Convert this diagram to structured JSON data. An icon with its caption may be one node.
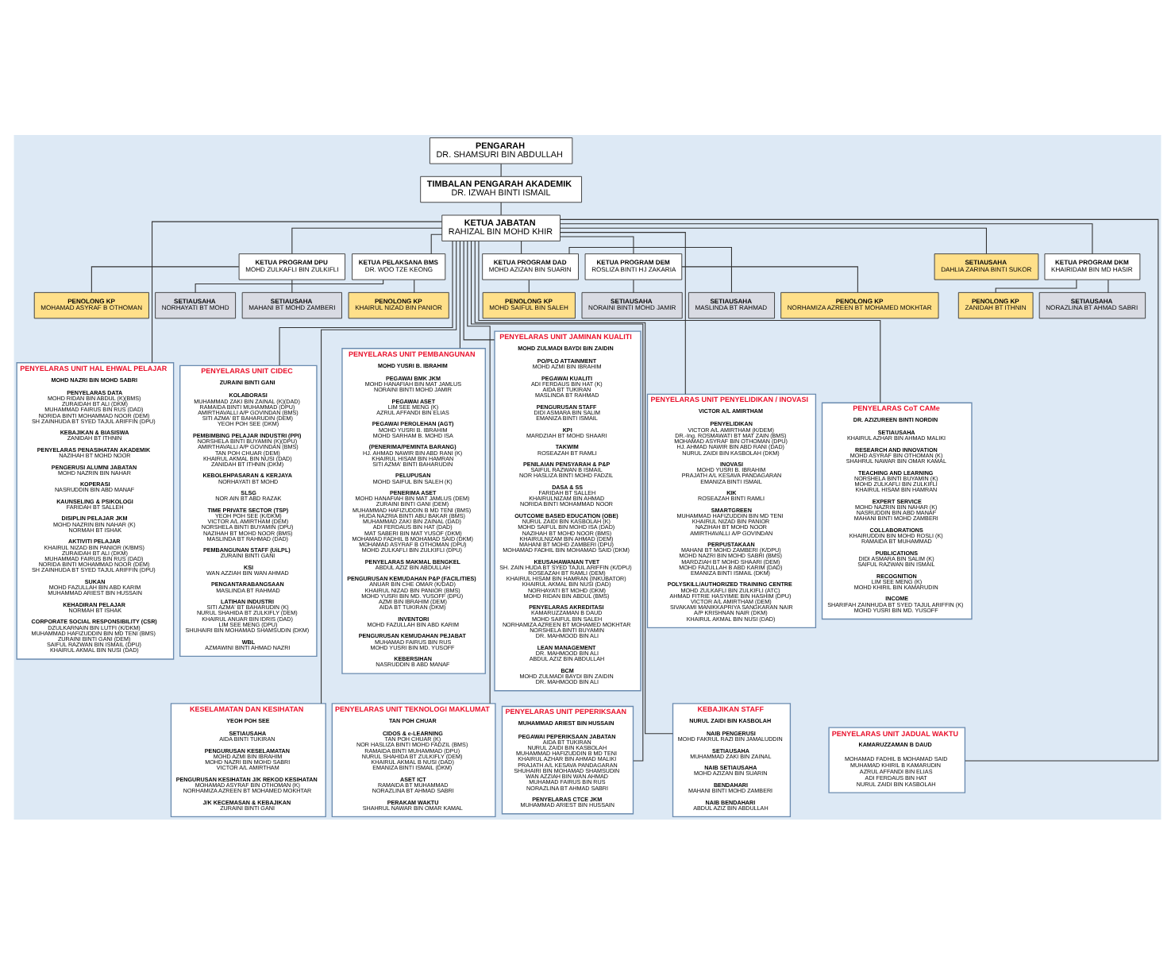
{
  "diagram": {
    "nodes": [
      {
        "text": [
          "PENGARAH",
          "DR. SHAMSURI BIN ABDULLAH"
        ]
      },
      {
        "text": [
          "TIMBALAN PENGARAH AKADEMIK",
          "DR. IZWAH BINTI ISMAIL"
        ]
      },
      {
        "text": [
          "KETUA JABATAN",
          "RAHIZAL BIN MOHD KHIR"
        ]
      },
      {
        "text": [
          "SETIAUSAHA",
          "DAHLIA ZARINA BINTI SUKOR"
        ]
      },
      {
        "text": [
          "KETUA PELAKSANA BMS",
          "DR. WOO TZE KEONG"
        ]
      },
      {
        "text": [
          "PENOLONG KP",
          "KHAIRUL NIZAD BIN PANIOR"
        ]
      },
      {
        "text": [
          "SETIAUSAHA",
          "NORHAYATI BT MOHD"
        ]
      },
      {
        "text": [
          "KETUA PROGRAM DPU",
          "MOHD ZULKAFLI BIN ZULKIFLI"
        ]
      },
      {
        "text": [
          "PENOLONG KP",
          "MOHAMAD ASYRAF B OTHOMAN"
        ]
      },
      {
        "text": [
          "SETIAUSAHA",
          "MAHANI BT MOHD ZAMBERI"
        ]
      },
      {
        "text": [
          "KETUA PROGRAM DEM",
          "ROSLIZA BINTI HJ ZAKARIA"
        ]
      },
      {
        "text": [
          "PENOLONG KP",
          "NORHAMIZA AZREEN BT MOHAMED MOKHTAR"
        ]
      },
      {
        "text": [
          "SETIAUSAHA",
          "NORAINI BINTI MOHD JAMIR"
        ]
      },
      {
        "text": [
          "KETUA PROGRAM DAD",
          "MOHD AZIZAN BIN SUARIN"
        ]
      },
      {
        "text": [
          "PENOLONG KP",
          "MOHD SAIFUL BIN SALEH"
        ]
      },
      {
        "text": [
          "SETIAUSAHA",
          "MASLINDA BT RAHMAD"
        ]
      },
      {
        "text": [
          "KETUA PROGRAM DKM",
          "KHAIRIDAM BIN MD HASIR"
        ]
      },
      {
        "text": [
          "PENOLONG KP",
          "ZANIDAH BT ITHNIN"
        ]
      },
      {
        "text": [
          "SETIAUSAHA",
          "NORAZLINA BT AHMAD SABRI"
        ]
      },
      {
        "text": [
          "PENYELARAS UNIT HAL EHWAL PELAJAR",
          "MOHD NAZRI BIN MOHD SABRI",
          "PENYELARAS DATA",
          "MOHD RIDAN BIN ABDUL (K)(BMS)",
          "ZURAIDAH BT ALI (DKM)",
          "MUHAMMAD FAIRUS BIN RUS (DAD)",
          "NORIDA BINTI MOHAMMAD NOOR (DEM)",
          "SH ZAINHUDA BT SYED TAJUL ARIFFIN (DPU)",
          "KEBAJIKAN & BIASISWA",
          "ZANIDAH BT ITHNIN",
          "PENYELARAS PENASIHATAN AKADEMIK",
          "NAZIHAH BT MOHD NOOR",
          "PENGERUSI ALUMNI JABATAN",
          "MOHD NAZRIN BIN NAHAR",
          "KOPERASI",
          "NASRUDDIN BIN ABD MANAF",
          "KAUNSELING & PSIKOLOGI",
          "FARIDAH BT SALLEH",
          "DISIPLIN PELAJAR JKM",
          "MOHD NAZRIN BIN NAHAR (K)",
          "NORMAH BT ISHAK",
          "AKTIVITI PELAJAR",
          "KHAIRUL NIZAD BIN PANIOR (K/BMS)",
          "ZURAIDAH BT ALI (DKM)",
          "MUHAMMAD FAIRUS BIN RUS (DAD)",
          "NORIDA BINTI MOHAMMAD NOOR (DEM)",
          "SH ZAINHUDA BT SYED TAJUL ARIFFIN (DPU)",
          "SUKAN",
          "MOHD FAZULLAH BIN ABD KARIM",
          "MUHAMMAD ARIEST BIN HUSSAIN",
          "KEHADIRAN PELAJAR",
          "NORMAH BT ISHAK",
          "CORPORATE SOCIAL RESPONSIBILITY (CSR)",
          "DZULKARNAIN BIN LUTFI (K/DKM)",
          "MUHAMMAD HAFIZUDDIN BIN MD TENI (BMS)",
          "ZURAINI BINTI GANI (DEM)",
          "SAIFUL RAZWAN BIN ISMAIL (DPU)",
          "KHAIRUL AKMAL BIN NUSI (DAD)"
        ]
      },
      {
        "text": [
          "PENYELARAS UNIT CIDEC",
          "ZURAINI BINTI GANI",
          "KOLABORASI",
          "MUHAMMAD ZAKI BIN ZAINAL (K)(DAD)",
          "RAMAIDA BINTI MUHAMMAD (DPU)",
          "AMIRTHAVALLI A/P GOVINDAN (BMS)",
          "SITI AZMA' BT BAHARUDIN (DEM)",
          "YEOH POH SEE (DKM)",
          "PEMBIMBING PELAJAR INDUSTRI (PPI)",
          "NORSHELA BINTI BUYAMIN (K)(DPU)",
          "AMIRTHAVALLI A/P GOVINDAN (BMS)",
          "TAN POH CHUAR (DEM)",
          "KHAIRUL AKMAL BIN NUSI (DAD)",
          "ZANIDAH BT ITHNIN (DKM)",
          "KEBOLEHPASARAN & KERJAYA",
          "NORHAYATI BT MOHD",
          "SLSG",
          "NOR AIN BT ABD RAZAK",
          "TIME PRIVATE SECTOR (TSP)",
          "YEOH POH SEE (K/DKM)",
          "VICTOR A/L AMIRTHAM (DEM)",
          "NORSHELA BINTI BUYAMIN (DPU)",
          "NAZIHAH BT MOHD NOOR (BMS)",
          "MASLINDA BT RAHMAD (DAD)",
          "PEMBANGUNAN STAFF (UiLPL)",
          "ZURAINI BINTI GANI",
          "KSI",
          "WAN AZZIAH BIN WAN AHMAD",
          "PENGANTARABANGSAAN",
          "MASLINDA BT RAHMAD",
          "LATIHAN INDUSTRI",
          "SITI AZMA' BT BAHARUDIN (K)",
          "NURUL SHAHIDA BT ZULKIFLY (DEM)",
          "KHAIRUL ANUAR BIN IDRIS (DAD)",
          "LIM SEE MENG (DPU)",
          "SHUHAIRI BIN MOHAMAD SHAMSUDIN (DKM)",
          "WBL",
          "AZMAWINI BINTI AHMAD NAZRI"
        ]
      },
      {
        "text": [
          "PENYELARAS UNIT PEMBANGUNAN",
          "MOHD YUSRI B. IBRAHIM",
          "PEGAWAI BMK JKM",
          "MOHD HANAFIAH BIN MAT JAMLUS",
          "NORAINI BINTI MOHD JAMIR",
          "PEGAWAI ASET",
          "LIM SEE MENG (K)",
          "AZRUL AFFANDI BIN ELIAS",
          "PEGAWAI PEROLEHAN (AGT)",
          "MOHD YUSRI B. IBRAHIM",
          "MOHD SARHAM B. MOHD ISA",
          "(PENERIMA/PEMINTA BARANG)",
          "HJ. AHMAD NAWIR BIN ABD RANI (K)",
          "KHAIRUL HISAM BIN HAMRAN",
          "SITI AZMA' BINTI BAHARUDIN",
          "PELUPUSAN",
          "MOHD SAIFUL BIN SALEH (K)",
          "PENERIMA ASET",
          "MOHD HANAFIAH BIN MAT JAMLUS (DEM)",
          "ZURAINI BINTI GANI (DEM)",
          "MUHAMMAD HAFIZUDDIN B MD TENI (BMS)",
          "HUDA NAZRIA BINTI ABU BAKAR (BMS)",
          "MUHAMMAD ZAKI BIN ZAINAL (DAD)",
          "ADI FERDAUS BIN HAT (DAD)",
          "MAT SABERI BIN MAT YUSOF (DKM)",
          "MOHAMAD FADHIL B MOHAMAD SAID (DKM)",
          "MOHAMAD ASYRAF B OTHOMAN (DPU)",
          "MOHD ZULKAFLI BIN ZULKIFLI (DPU)",
          "PENYELARAS MAKMAL BENGKEL",
          "ABDUL AZIZ BIN ABDULLAH",
          "PENGURUSAN KEMUDAHAN P&P (FACILITIES)",
          "ANUAR BIN CHE OMAR (K/DAD)",
          "KHAIRUL NIZAD BIN PANIOR (BMS)",
          "MOHD YUSRI BIN MD. YUSOFF (DPU)",
          "AZMI BIN IBRAHIM (DEM)",
          "AIDA BT TUKIRAN (DKM)",
          "INVENTORI",
          "MOHD FAZULLAH BIN ABD KARIM",
          "PENGURUSAN KEMUDAHAN PEJABAT",
          "MUHAMAD FAIRUS BIN RUS",
          "MOHD YUSRI BIN MD. YUSOFF",
          "KEBERSIHAN",
          "NASRUDDIN B ABD MANAF"
        ]
      },
      {
        "text": [
          "PENYELARAS UNIT JAMINAN KUALITI",
          "MOHD ZULMADI BAYDI BIN ZAIDIN",
          "PO/PLO ATTAINMENT",
          "MOHD AZMI BIN IBRAHIM",
          "PEGAWAI KUALITI",
          "ADI FERDAUS BIN HAT (K)",
          "AIDA BT TUKIRAN",
          "MASLINDA BT RAHMAD",
          "PENGURUSAN STAFF",
          "DIDI ASMARA BIN SALIM",
          "EMANIZA BINTI ISMAIL",
          "KPI",
          "MARDZIAH BT MOHD SHAARI",
          "TAKWIM",
          "ROSEAZAH BT RAMLI",
          "PENILAIAN PENSYARAH & P&P",
          "SAIFUL RAZWAN B ISMAIL",
          "NOR HASLIZA BINTI MOHD FADZIL",
          "DASA & SS",
          "FARIDAH BT SALLEH",
          "KHAIRULNIZAM BIN AHMAD",
          "NORIDA BINTI MOHAMMAD NOOR",
          "OUTCOME BASED EDUCATION (OBE)",
          "NURUL ZAIDI BIN KASBOLAH (K)",
          "MOHD SAIFUL BIN MOHD ISA (DAD)",
          "NAZIHAH BT MOHD NOOR (BMS)",
          "KHAIRULNIZAM BIN AHMAD (DEM)",
          "MAHANI BT MOHD ZAMBERI (DPU)",
          "MOHAMAD FADHIL BIN MOHAMAD SAID (DKM)",
          "KEUSAHAWANAN TVET",
          "SH. ZAIN HUDA BT SYED TAJUL ARIFFIN (K/DPU)",
          "ROSEAZAH BT RAMLI (DEM)",
          "KHAIRUL HISAM BIN HAMRAN (INKUBATOR)",
          "KHAIRUL AKMAL BIN NUSI (DAD)",
          "NORHAYATI BT MOHD (DKM)",
          "MOHD RIDAN BIN ABDUL (BMS)",
          "PENYELARAS AKREDITASI",
          "KAMARUZZAMAN B DAUD",
          "MOHD SAIFUL BIN SALEH",
          "NORHAMIZA AZREEN BT MOHAMED MOKHTAR",
          "NORSHELA BINTI BUYAMIN",
          "DR. MAHMOOD BIN ALI",
          "LEAN MANAGEMENT",
          "DR. MAHMOOD BIN ALI",
          "ABDUL AZIZ BIN ABDULLAH",
          "BCM",
          "MOHD ZULMADI BAYDI BIN ZAIDIN",
          "DR. MAHMOOD BIN ALI"
        ]
      },
      {
        "text": [
          "PENYELARAS UNIT PENYELIDIKAN / INOVASI",
          "VICTOR A/L AMIRTHAM",
          "PENYELIDIKAN",
          "VICTOR A/L AMIRTHAM (K/DEM)",
          "DR.-Ing. ROSMAWATI BT MAT ZAIN (BMS)",
          "MOHAMAD ASYRAF BIN OTHOMAN (DPU)",
          "HJ. AHMAD NAWIR BIN ABD RANI (DAD)",
          "NURUL ZAIDI BIN KASBOLAH (DKM)",
          "INOVASI",
          "MOHD YUSRI B. IBRAHIM",
          "PRAJATH A/L KESAVA PANDAGARAN",
          "EMANIZA BINTI ISMAIL",
          "KIK",
          "ROSEAZAH BINTI RAMLI",
          "SMARTGREEN",
          "MUHAMMAD HAFIZUDDIN BIN MD TENI",
          "KHAIRUL NIZAD BIN PANIOR",
          "NAZIHAH BT MOHD NOOR",
          "AMIRTHAVALLI A/P GOVINDAN",
          "PERPUSTAKAAN",
          "MAHANI BT MOHD ZAMBERI (K/DPU)",
          "MOHD NAZRI BIN MOHD SABRI (BMS)",
          "MARDZIAH BT MOHD SHAARI (DEM)",
          "MOHD FAZULLAH B ABD KARIM (DAD)",
          "EMANIZA BINTI ISMAIL (DKM)",
          "POLYSKILL/AUTHORIZED TRAINING CENTRE",
          "MOHD ZULKAFLI BIN ZULKIFLI (ATC)",
          "AHMAD FITRIE HASYIMIE BIN HASHIM (DPU)",
          "VICTOR A/L AMIRTHAM (DEM)",
          "SIVAKAMI MANIKKAPRIYA SANGKARAN NAIR A/P KRISHNAN NAIR (DKM)",
          "KHAIRUL AKMAL BIN NUSI (DAD)"
        ]
      },
      {
        "text": [
          "PENYELARAS CoT CAMe",
          "DR. AZIZUREEN BINTI NORDIN",
          "SETIAUSAHA",
          "KHAIRUL AZHAR BIN AHMAD MALIKI",
          "RESEARCH AND INNOVATION",
          "MOHD ASYRAF BIN OTHOMAN (K)",
          "SHAHRUL NAWAR BIN OMAR KAMAL",
          "TEACHING AND LEARNING",
          "NORSHELA BINTI BUYAMIN (K)",
          "MOHD ZULKAFLI BIN ZULKIFLI",
          "KHAIRUL HISAM BIN HAMRAN",
          "EXPERT SERVICE",
          "MOHD NAZRIN BIN NAHAR (K)",
          "NASRUDDIN BIN ABD MANAF",
          "MAHANI BINTI MOHD ZAMBERI",
          "COLLABORATIONS",
          "KHAIRUDDIN BIN MOHD ROSLI (K)",
          "RAMAIDA BT MUHAMMAD",
          "PUBLICATIONS",
          "DIDI ASMARA BIN SALIM (K)",
          "SAIFUL RAZWAN BIN ISMAIL",
          "RECOGNITION",
          "LIM SEE MENG (K)",
          "MOHD KHIRIL BIN KAMARUDIN",
          "INCOME",
          "SHARIFAH ZAINHUDA BT SYED TAJUL ARIFFIN (K)",
          "MOHD YUSRI BIN MD. YUSOFF"
        ]
      },
      {
        "text": [
          "KESELAMATAN DAN KESIHATAN",
          "YEOH POH SEE",
          "SETIAUSAHA",
          "AIDA BINTI TUKIRAN",
          "PENGURUSAN KESELAMATAN",
          "MOHD AZMI BIN IBRAHIM",
          "MOHD NAZRI BIN MOHD SABRI",
          "VICTOR A/L AMIRTHAM",
          "PENGURUSAN KESIHATAN J/K REKOD KESIHATAN",
          "MOHAMAD ASYRAF BIN OTHOMAN (K)",
          "NORHAMIZA AZREEN BT MOHAMED MOKHTAR",
          "J/K KECEMASAN & KEBAJIKAN",
          "ZURAINI BINTI GANI"
        ]
      },
      {
        "text": [
          "PENYELARAS UNIT TEKNOLOGI MAKLUMAT",
          "TAN POH CHUAR",
          "CIDOS & e-LEARNING",
          "TAN POH CHUAR (K)",
          "NOR HASLIZA BINTI MOHD FADZIL (BMS)",
          "RAMAIDA BINTI MUHAMMAD (DPU)",
          "NURUL SHAHIDA BT ZULKIFLY (DEM)",
          "KHAIRUL AKMAL B NUSI (DAD)",
          "EMANIZA BINTI ISMAIL (DKM)",
          "ASET ICT",
          "RAMAIDA BT MUHAMMAD",
          "NORAZLINA BT AHMAD SABRI",
          "PERAKAM WAKTU",
          "SHAHRUL NAWAR BIN OMAR KAMAL"
        ]
      },
      {
        "text": [
          "PENYELARAS UNIT PEPERIKSAAN",
          "MUHAMMAD ARIEST BIN HUSSAIN",
          "PEGAWAI PEPERIKSAAN JABATAN",
          "AIDA BT TUKIRAN",
          "NURUL ZAIDI BIN KASBOLAH",
          "MUHAMMAD HAFIZUDDIN B MD TENI",
          "KHAIRUL AZHAR BIN AHMAD MALIKI",
          "PRAJATH A/L KESAVA PANDAGARAN",
          "SHUHAIRI BIN MOHAMAD SHAMSUDIN",
          "WAN AZZIAH BIN WAN AHMAD",
          "MUHAMAD FAIRUS BIN RUS",
          "NORAZLINA BT AHMAD SABRI",
          "PENYELARAS CTCE JKM",
          "MUHAMMAD ARIEST BIN HUSSAIN"
        ]
      },
      {
        "text": [
          "KEBAJIKAN STAFF",
          "NURUL ZAIDI BIN KASBOLAH",
          "NAIB PENGERUSI",
          "MOHD FAKRUL RAZI BIN JAMALUDDIN",
          "SETIAUSAHA",
          "MUHAMMAD ZAKI BIN ZAINAL",
          "NAIB SETIAUSAHA",
          "MOHD AZIZAN BIN SUARIN",
          "BENDAHARI",
          "MAHANI BINTI MOHD ZAMBERI",
          "NAIB BENDAHARI",
          "ABDUL AZIZ BIN ABDULLAH"
        ]
      },
      {
        "text": [
          "PENYELARAS UNIT JADUAL WAKTU",
          "KAMARUZZAMAN B DAUD",
          "MOHAMAD FADHIL B MOHAMAD SAID",
          "MUHAMAD KHIRIL B KAMARUDIN",
          "AZRUL AFFANDI BIN ELIAS",
          "ADI FERDAUS BIN HAT",
          "NURUL ZAIDI BIN KASBOLAH"
        ]
      }
    ],
    "edges": [
      {
        "from": 0,
        "to": 1,
        "arrow": "none"
      },
      {
        "from": 1,
        "to": 2,
        "arrow": "none"
      },
      {
        "from": 2,
        "to": 3,
        "arrow": "none"
      },
      {
        "from": 2,
        "to": 4,
        "arrow": "none"
      },
      {
        "from": 4,
        "to": 5,
        "arrow": "none"
      },
      {
        "from": 4,
        "to": 6,
        "arrow": "none"
      },
      {
        "from": 2,
        "to": 7,
        "arrow": "none"
      },
      {
        "from": 7,
        "to": 8,
        "arrow": "none"
      },
      {
        "from": 7,
        "to": 9,
        "arrow": "none"
      },
      {
        "from": 2,
        "to": 10,
        "arrow": "none"
      },
      {
        "from": 10,
        "to": 11,
        "arrow": "none"
      },
      {
        "from": 10,
        "to": 12,
        "arrow": "none"
      },
      {
        "from": 2,
        "to": 13,
        "arrow": "none"
      },
      {
        "from": 13,
        "to": 14,
        "arrow": "none"
      },
      {
        "from": 13,
        "to": 15,
        "arrow": "none"
      },
      {
        "from": 2,
        "to": 16,
        "arrow": "none"
      },
      {
        "from": 16,
        "to": 17,
        "arrow": "none"
      },
      {
        "from": 16,
        "to": 18,
        "arrow": "none"
      },
      {
        "from": 2,
        "to": 19,
        "arrow": "none"
      },
      {
        "from": 2,
        "to": 20,
        "arrow": "none"
      },
      {
        "from": 2,
        "to": 21,
        "arrow": "none"
      },
      {
        "from": 2,
        "to": 22,
        "arrow": "none"
      },
      {
        "from": 2,
        "to": 23,
        "arrow": "none"
      },
      {
        "from": 2,
        "to": 24,
        "arrow": "none"
      },
      {
        "from": 2,
        "to": 25,
        "arrow": "none"
      },
      {
        "from": 2,
        "to": 26,
        "arrow": "none"
      },
      {
        "from": 2,
        "to": 27,
        "arrow": "none"
      },
      {
        "from": 2,
        "to": 28,
        "arrow": "none"
      },
      {
        "from": 2,
        "to": 29,
        "arrow": "none"
      }
    ]
  }
}
